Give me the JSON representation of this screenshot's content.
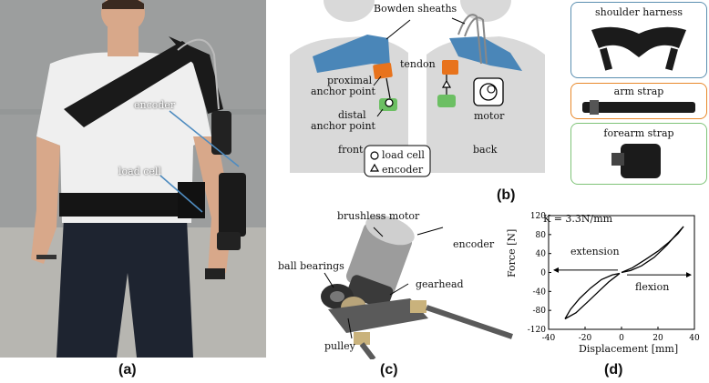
{
  "figure": {
    "panel_labels": {
      "a": "(a)",
      "b": "(b)",
      "c": "(c)",
      "d": "(d)"
    },
    "photo": {
      "encoder_label": "encoder",
      "load_cell_label": "load cell"
    },
    "body_diagram": {
      "bowden_label": "Bowden sheaths",
      "tendon_label": "tendon",
      "proximal_label_1": "proximal",
      "proximal_label_2": "anchor point",
      "distal_label_1": "distal",
      "distal_label_2": "anchor point",
      "motor_label": "motor",
      "front_label": "front",
      "back_label": "back",
      "legend_load_cell": "load cell",
      "legend_encoder": "encoder"
    },
    "components": {
      "shoulder_harness": "shoulder harness",
      "arm_strap": "arm strap",
      "forearm_strap": "forearm strap"
    },
    "actuator": {
      "brushless_motor": "brushless motor",
      "encoder": "encoder",
      "ball_bearings": "ball bearings",
      "gearhead": "gearhead",
      "pulley": "pulley"
    },
    "colors": {
      "blue": "#4a86b8",
      "orange": "#e8731c",
      "green": "#6cbf63",
      "card_blue": "#5b8fb0",
      "card_orange": "#e8882a",
      "card_green": "#7fc378"
    }
  },
  "chart_data": {
    "type": "line",
    "title": "",
    "xlabel": "Displacement [mm]",
    "ylabel": "Force [N]",
    "xlim": [
      -40,
      40
    ],
    "ylim": [
      -120,
      120
    ],
    "xticks": [
      -40,
      -20,
      0,
      20,
      40
    ],
    "yticks": [
      -120,
      -80,
      -40,
      0,
      40,
      80,
      120
    ],
    "annotation_stiffness": "K = 3.3N/mm",
    "annotation_extension": "extension",
    "annotation_flexion": "flexion",
    "grid": false,
    "series": [
      {
        "x": [
          -31,
          -25,
          -18,
          -12,
          -7,
          -3,
          -1
        ],
        "y": [
          -98,
          -85,
          -60,
          -38,
          -20,
          -8,
          -2
        ]
      },
      {
        "x": [
          -1,
          -5,
          -11,
          -17,
          -23,
          -28,
          -31
        ],
        "y": [
          -2,
          -5,
          -15,
          -33,
          -55,
          -78,
          -98
        ]
      },
      {
        "x": [
          0,
          5,
          11,
          18,
          25,
          30,
          34
        ],
        "y": [
          0,
          4,
          14,
          32,
          58,
          80,
          97
        ]
      },
      {
        "x": [
          34,
          31,
          26,
          20,
          13,
          6,
          0
        ],
        "y": [
          97,
          82,
          64,
          45,
          27,
          10,
          0
        ]
      }
    ]
  }
}
